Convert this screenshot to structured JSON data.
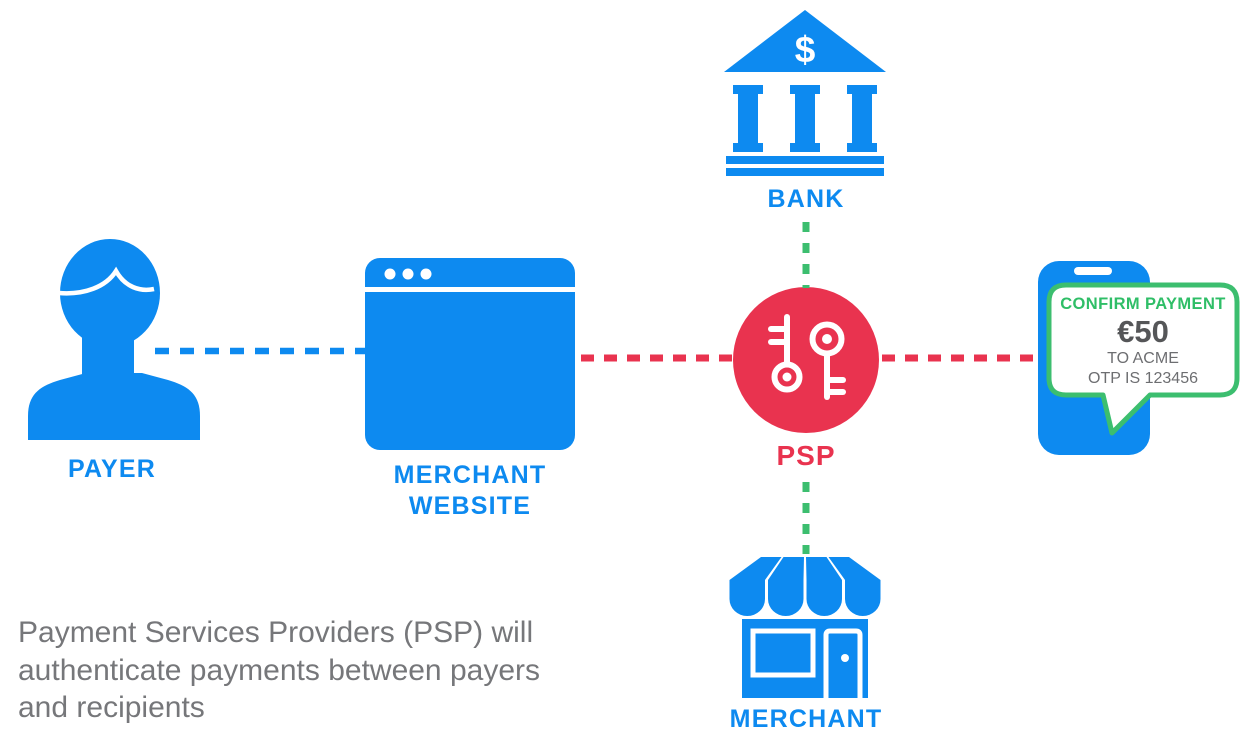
{
  "title": "Payment Services Provider (PSP) authentication diagram",
  "colors": {
    "blue": "#0d8af0",
    "red": "#e9334f",
    "green": "#3cbe6f",
    "caption_gray": "#76777a",
    "bubble_text_gray": "#6d6e71",
    "amount_gray": "#555658"
  },
  "nodes": {
    "payer": {
      "label": "PAYER",
      "icon": "person-icon"
    },
    "merchant_website": {
      "label_line1": "MERCHANT",
      "label_line2": "WEBSITE",
      "icon": "browser-window-icon"
    },
    "bank": {
      "label": "BANK",
      "dollar_glyph": "$",
      "icon": "bank-building-icon"
    },
    "psp": {
      "label": "PSP",
      "icon": "keys-icon"
    },
    "merchant": {
      "label": "MERCHANT",
      "icon": "storefront-icon"
    },
    "phone": {
      "icon": "smartphone-icon",
      "bubble": {
        "title": "CONFIRM PAYMENT",
        "amount": "€50",
        "recipient_line": "TO ACME",
        "otp_line": "OTP IS 123456"
      }
    }
  },
  "connectors": [
    {
      "id": "payer-to-merchant-website",
      "color": "#0d8af0",
      "style": "dashed",
      "orientation": "horizontal"
    },
    {
      "id": "merchant-website-to-psp",
      "color": "#e9334f",
      "style": "dashed",
      "orientation": "horizontal"
    },
    {
      "id": "psp-to-phone",
      "color": "#e9334f",
      "style": "dashed",
      "orientation": "horizontal"
    },
    {
      "id": "bank-to-psp",
      "color": "#3cbe6f",
      "style": "dashed",
      "orientation": "vertical"
    },
    {
      "id": "psp-to-merchant",
      "color": "#3cbe6f",
      "style": "dashed",
      "orientation": "vertical"
    }
  ],
  "caption": {
    "lines": [
      "Payment Services Providers (PSP) will",
      "authenticate payments between payers",
      "and recipients"
    ]
  }
}
